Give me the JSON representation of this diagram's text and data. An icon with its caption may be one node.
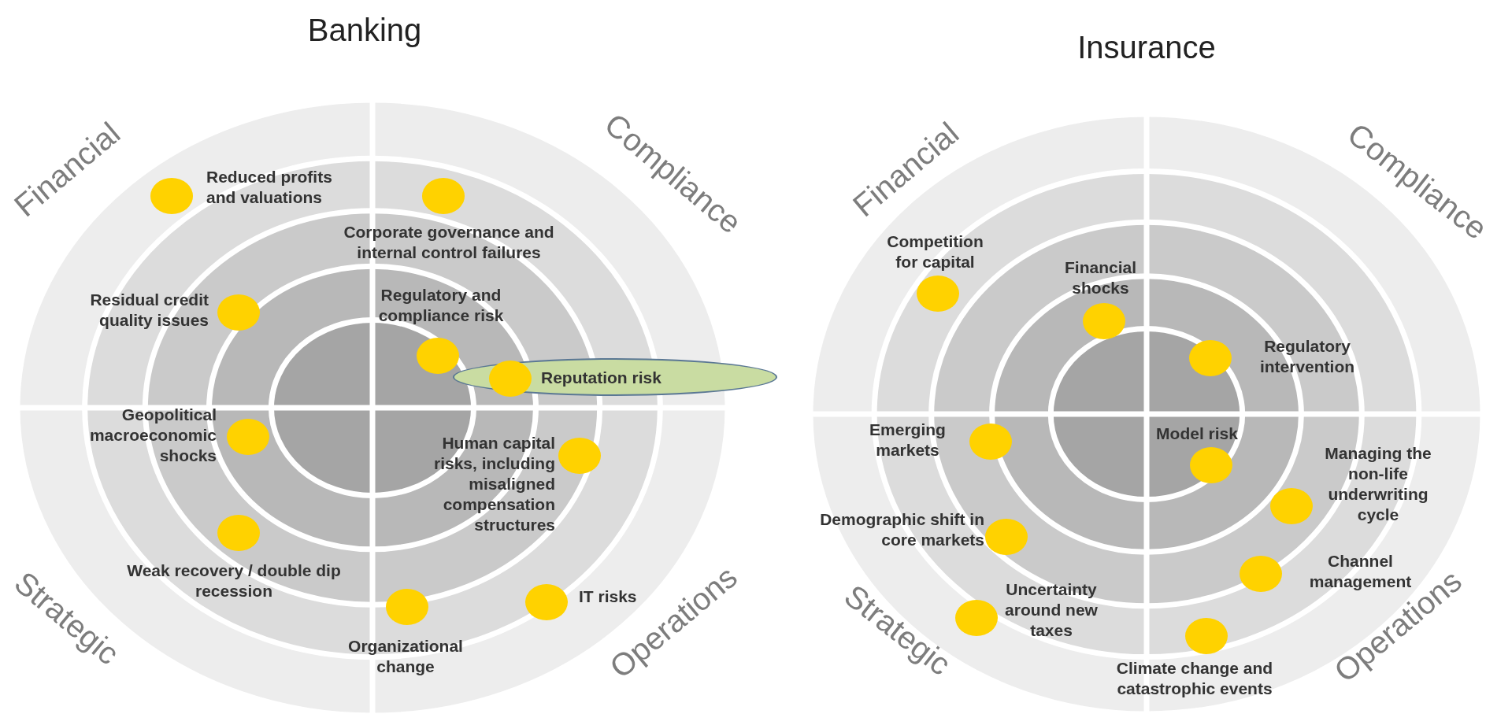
{
  "diagram": {
    "nodes": [
      {
        "text": [],
        "shape": "circle",
        "beside": [
          "Reduced profits and valuations"
        ]
      },
      {
        "text": [],
        "shape": "circle",
        "beside": [
          "Corporate governance and internal control failures"
        ]
      },
      {
        "text": [],
        "shape": "circle",
        "beside": [
          "Residual credit quality issues"
        ]
      },
      {
        "text": [],
        "shape": "circle",
        "beside": [
          "Regulatory and compliance risk"
        ]
      },
      {
        "text": [
          "Reputation risk"
        ]
      },
      {
        "text": [],
        "shape": "circle",
        "in": 4
      },
      {
        "text": [],
        "shape": "circle",
        "beside": [
          "Geopolitical macroeconomic shocks"
        ]
      },
      {
        "text": [],
        "shape": "circle",
        "beside": [
          "Human capital risks, including misaligned compensation structures"
        ]
      },
      {
        "text": [],
        "shape": "circle",
        "beside": [
          "Weak recovery / double dip recession"
        ]
      },
      {
        "text": [],
        "shape": "circle",
        "beside": [
          "Organizational change"
        ]
      },
      {
        "text": [],
        "shape": "circle",
        "beside": [
          "IT risks"
        ]
      },
      {
        "text": [],
        "shape": "circle",
        "beside": [
          "Competition for capital"
        ]
      },
      {
        "text": [],
        "shape": "circle",
        "beside": [
          "Financial shocks"
        ]
      },
      {
        "text": [],
        "shape": "circle",
        "beside": [
          "Regulatory intervention"
        ]
      },
      {
        "text": [],
        "shape": "circle",
        "beside": [
          "Emerging markets"
        ]
      },
      {
        "text": [],
        "shape": "circle",
        "beside": [
          "Model risk"
        ]
      },
      {
        "text": [],
        "shape": "circle",
        "beside": [
          "Managing the non-life underwriting cycle"
        ]
      },
      {
        "text": [],
        "shape": "circle",
        "beside": [
          "Demographic shift in core markets"
        ]
      },
      {
        "text": [],
        "shape": "circle",
        "beside": [
          "Channel management"
        ]
      },
      {
        "text": [],
        "shape": "circle",
        "beside": [
          "Uncertainty around new taxes"
        ]
      },
      {
        "text": [],
        "shape": "circle",
        "beside": [
          "Climate change and catastrophic events"
        ]
      }
    ],
    "labels": [
      "Banking",
      "Insurance",
      "Financial",
      "Compliance",
      "Strategic",
      "Operations",
      "Financial",
      "Compliance",
      "Strategic",
      "Operations"
    ]
  }
}
